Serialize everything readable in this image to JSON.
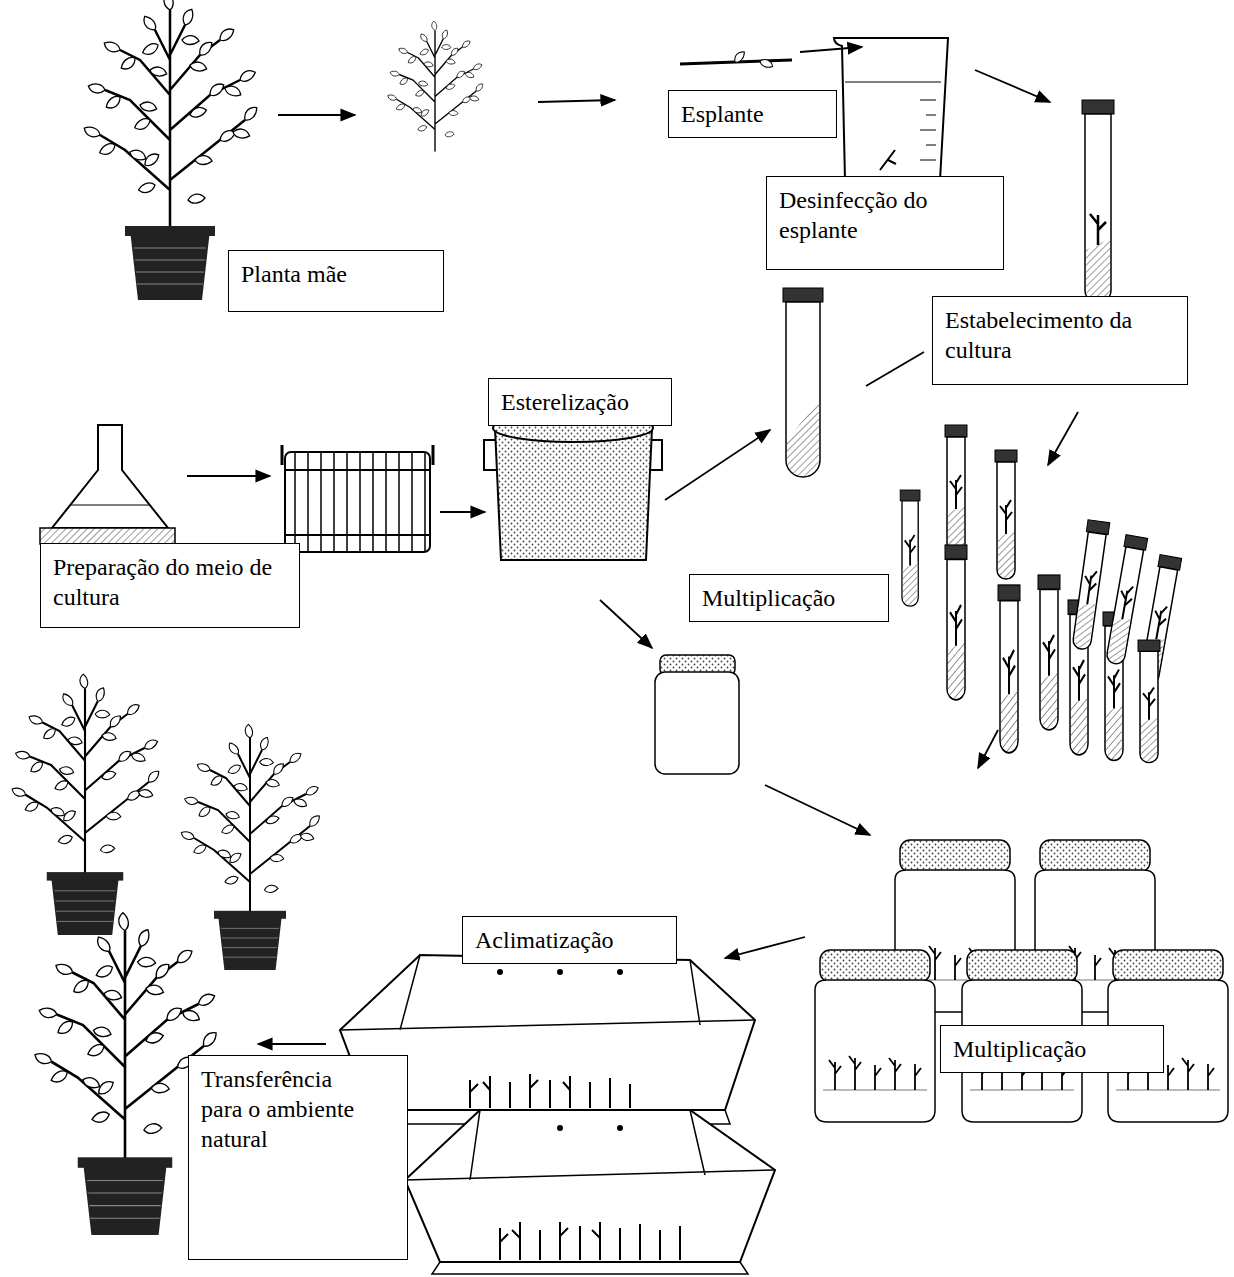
{
  "diagram": {
    "nodes": [
      {
        "text": [
          "Planta mãe"
        ]
      },
      {
        "text": [
          "Esplante"
        ]
      },
      {
        "text": [
          "Desinfecção do esplante"
        ]
      },
      {
        "text": [
          "Estabelecimento da cultura"
        ]
      },
      {
        "text": [
          "Esterelização"
        ]
      },
      {
        "text": [
          "Preparação do meio de cultura"
        ]
      },
      {
        "text": [
          "Multiplicação"
        ]
      },
      {
        "text": [
          "Multiplicação"
        ]
      },
      {
        "text": [
          "Aclimatização"
        ]
      },
      {
        "text": [
          "Transferência para o ambiente natural"
        ]
      }
    ]
  }
}
